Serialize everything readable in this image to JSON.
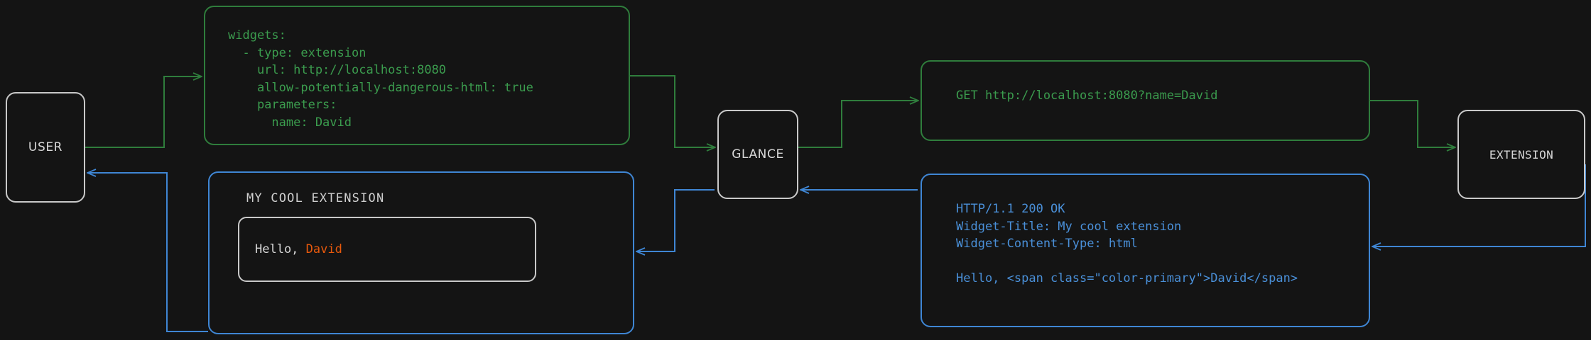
{
  "diagram": {
    "background": "#141414",
    "request_color": "#2f7d3c",
    "response_color": "#3f86d4",
    "node_border_color": "#c9c9c9",
    "accent_color": "#e8590c",
    "type": "sequence-flow"
  },
  "nodes": {
    "user": "USER",
    "glance": "GLANCE",
    "extension": "EXTENSION"
  },
  "messages": {
    "config_yaml": "widgets:\n  - type: extension\n    url: http://localhost:8080\n    allow-potentially-dangerous-html: true\n    parameters:\n      name: David",
    "http_request": "GET http://localhost:8080?name=David",
    "http_response": "HTTP/1.1 200 OK\nWidget-Title: My cool extension\nWidget-Content-Type: html\n\nHello, <span class=\"color-primary\">David</span>"
  },
  "widget_preview": {
    "title": "MY COOL EXTENSION",
    "body_prefix": "Hello, ",
    "body_accent": "David"
  }
}
